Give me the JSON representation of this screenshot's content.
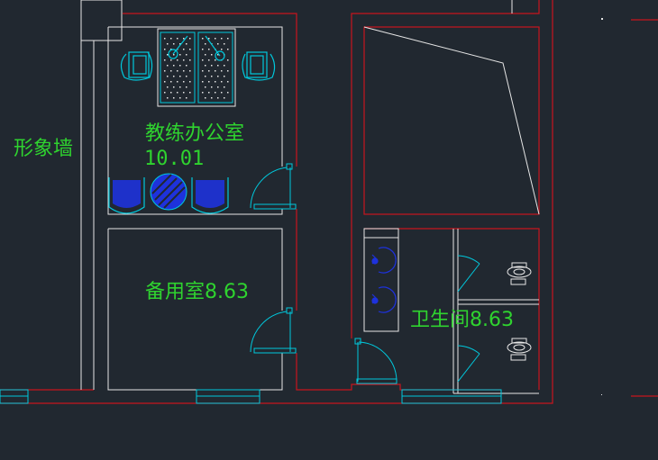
{
  "colors": {
    "background": "#212830",
    "wall": "#c8141e",
    "line": "#e6e6e6",
    "door": "#00c8dc",
    "fixture": "#1e32dc",
    "text": "#2fd32f"
  },
  "labels": {
    "image_wall": "形象墙",
    "coach_office_name": "教练办公室",
    "coach_office_area": "10.01",
    "spare_room": "备用室8.63",
    "restroom": "卫生间8.63"
  }
}
